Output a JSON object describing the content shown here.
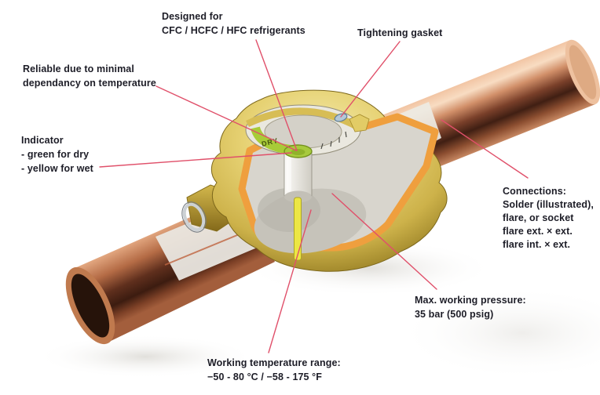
{
  "figure": {
    "subject": "Cut-away illustration of a sight glass / moisture indicator mounted on a copper pipe line"
  },
  "colors": {
    "leader": "#e0506a",
    "text": "#1d1d27",
    "background": "#ffffff",
    "brass": "#d9c35a",
    "copper": "#c97b52",
    "cut_surface": "#ef9f3e",
    "indicator_green": "#a7ca3d",
    "stem_yellow": "#ece644"
  },
  "device": {
    "dial_label": "DRY"
  },
  "labels": {
    "designed_for": {
      "lines": [
        "Designed for",
        "CFC / HCFC / HFC refrigerants"
      ]
    },
    "tightening_gasket": {
      "lines": [
        "Tightening gasket"
      ]
    },
    "reliability": {
      "lines": [
        "Reliable due to minimal",
        "dependancy on temperature"
      ]
    },
    "indicator": {
      "lines": [
        "Indicator",
        "- green for dry",
        "- yellow for wet"
      ]
    },
    "connections": {
      "lines": [
        "Connections:",
        "Solder (illustrated),",
        "flare, or socket",
        "flare ext. × ext.",
        "flare int. × ext."
      ]
    },
    "max_pressure": {
      "lines": [
        "Max. working pressure:",
        "35 bar (500 psig)"
      ]
    },
    "working_temperature": {
      "lines": [
        "Working temperature range:",
        "−50 - 80 °C / −58 - 175 °F"
      ]
    }
  }
}
